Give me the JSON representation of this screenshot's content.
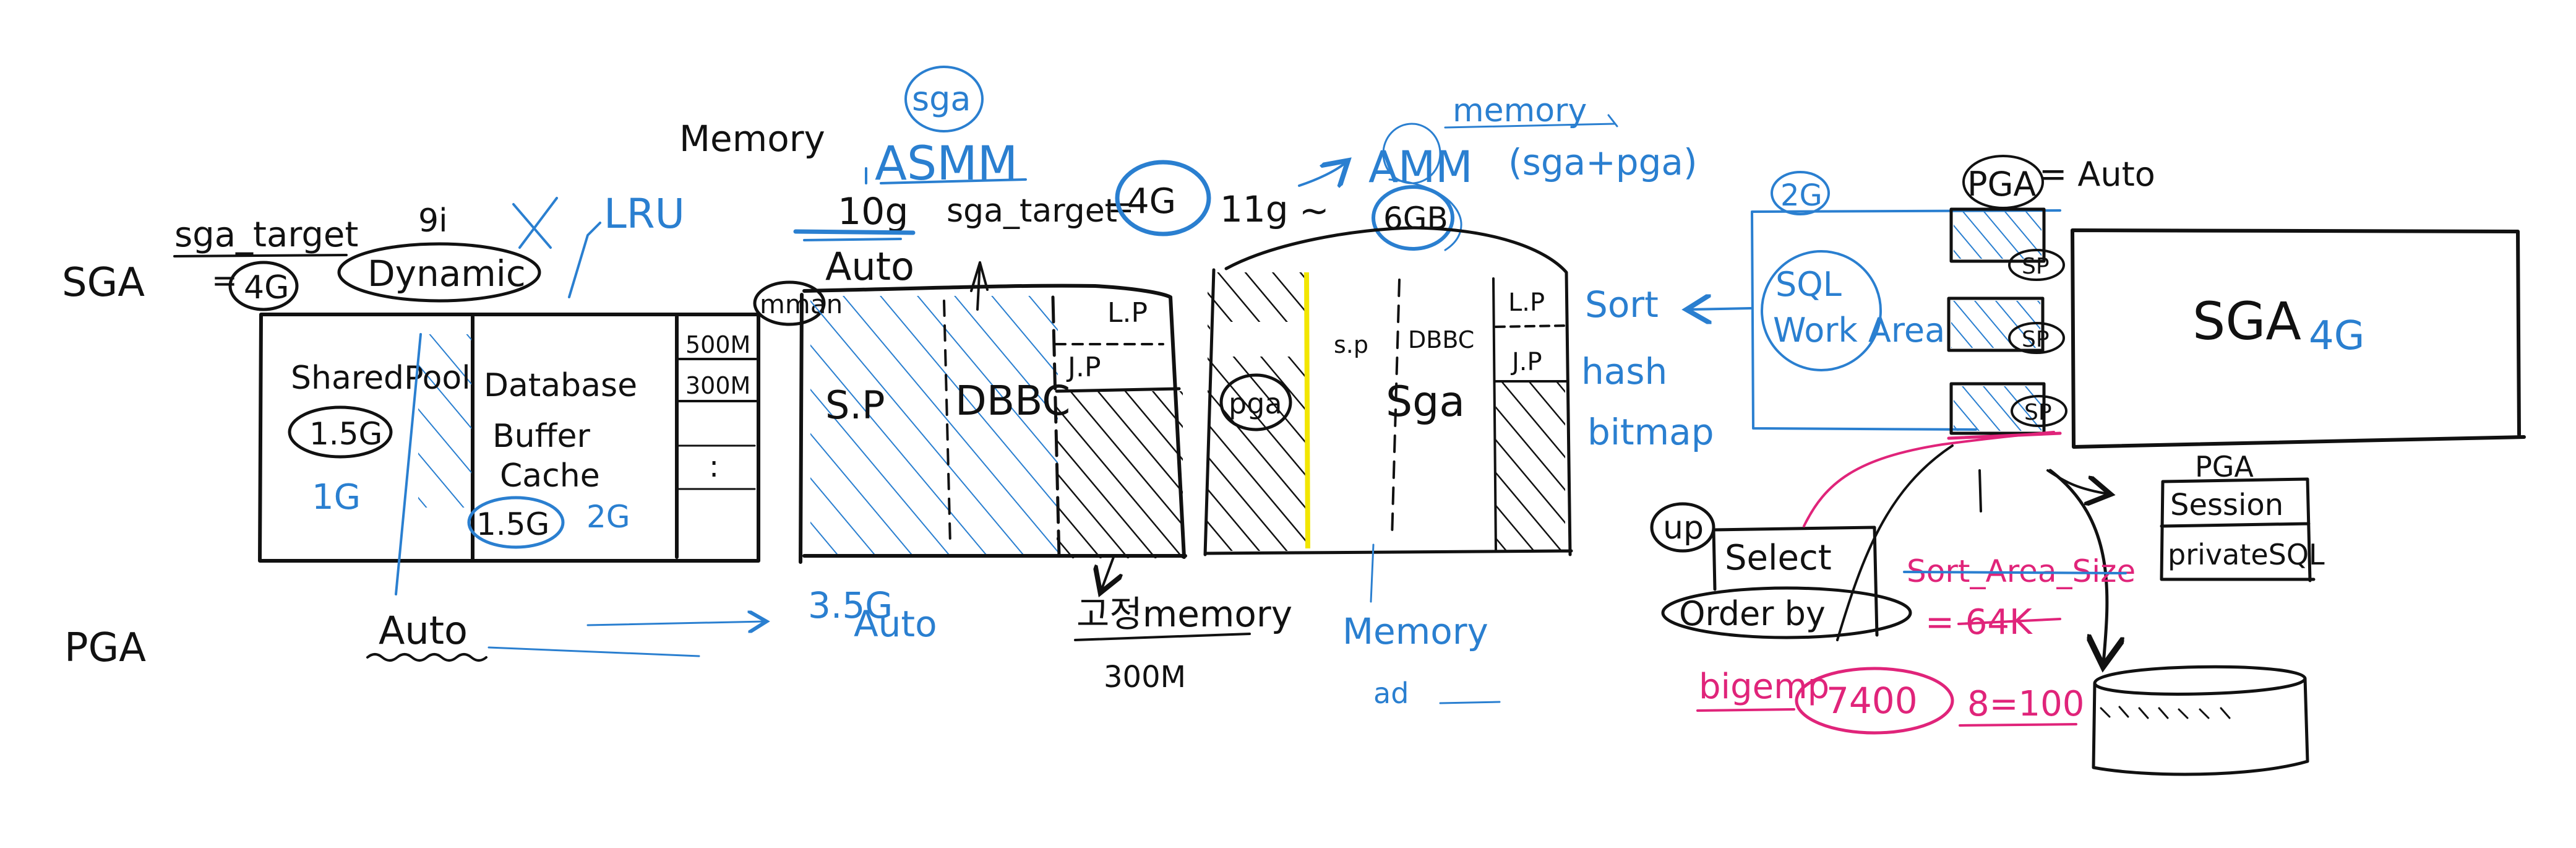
{
  "colors": {
    "ink": "#111111",
    "blue": "#2a7fd0",
    "magenta": "#e0247a",
    "highlight": "#f2e600",
    "background": "#ffffff"
  },
  "left_labels": {
    "sga": "SGA",
    "pga": "PGA"
  },
  "sga_target_note": {
    "label": "sga_target",
    "value": "4G",
    "version": "9i",
    "dynamic": "Dynamic",
    "lru": "LRU"
  },
  "box1": {
    "shared_pool": "SharedPool",
    "shared_pool_size": "1.5G",
    "shared_pool_blue": "1G",
    "db_line1": "Database",
    "db_line2": "Buffer",
    "db_line3": "Cache",
    "db_size": "1.5G",
    "db_blue": "2G",
    "col1": "500M",
    "col2": "300M",
    "col_dots": ":"
  },
  "pga_left": {
    "auto": "Auto"
  },
  "memory_note": {
    "memory": "Memory",
    "sga": "sga",
    "asmm": "ASMM",
    "version": "10g",
    "sga_target": "sga_target",
    "sga_target_value": "4G",
    "auto": "Auto",
    "mman": "mman"
  },
  "box2": {
    "sp": "S.P",
    "dbbc": "DBBC",
    "lp": "L.P",
    "jp": "J.P",
    "bottom_value": "3.5G",
    "bottom_auto": "Auto",
    "memory_ko": "고정memory",
    "memory_value": "300M"
  },
  "amm_note": {
    "version": "11g",
    "tilde": "~",
    "amm": "AMM",
    "memory": "memory",
    "sga_pga": "(sga+pga)",
    "value": "6GB"
  },
  "box3": {
    "pga": "pga",
    "sp": "s.p",
    "dbbc": "DBBC",
    "lp": "L.P",
    "jp": "J.P",
    "sga": "Sga",
    "memory_label": "Memory",
    "memory_sub": "ad"
  },
  "sort_list": {
    "sort": "Sort",
    "hash": "hash",
    "bitmap": "bitmap"
  },
  "pga_right": {
    "size": "2G",
    "pga": "PGA",
    "auto": "= Auto",
    "sql_line1": "SQL",
    "sql_line2": "Work Area",
    "sp1": "SP",
    "sp2": "SP",
    "sp3": "SP",
    "sga": "SGA",
    "sga_value": "4G"
  },
  "session_box": {
    "title": "PGA",
    "session": "Session",
    "private_sql": "privateSQL"
  },
  "sql_box": {
    "up": "up",
    "select": "Select",
    "order_by": "Order by"
  },
  "sort_area": {
    "sort_area_size": "Sort_Area_Size",
    "value": "= 64K",
    "bigemp": "bigemp",
    "rows": "7400",
    "blocks": "8=100"
  }
}
